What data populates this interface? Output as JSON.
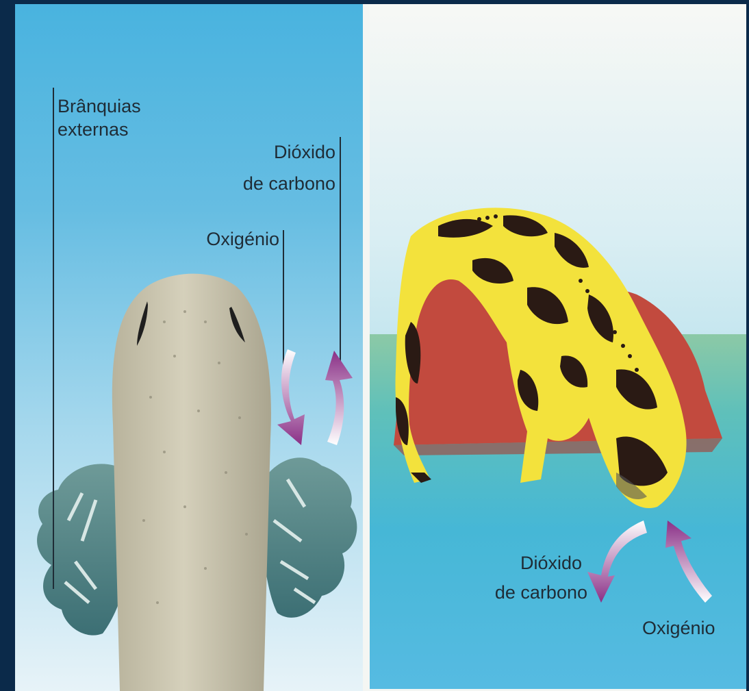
{
  "labels": {
    "gills_line1": "Brânquias",
    "gills_line2": "externas",
    "left_co2_line1": "Dióxido",
    "left_co2_line2": "de carbono",
    "left_oxygen": "Oxigénio",
    "right_co2_line1": "Dióxido",
    "right_co2_line2": "de carbono",
    "right_oxygen": "Oxigénio"
  },
  "colors": {
    "arrow_purple": "#8a2f86",
    "salamander_yellow": "#f3e23c",
    "salamander_black": "#2a1a14",
    "rock_red": "#c24a3e"
  }
}
